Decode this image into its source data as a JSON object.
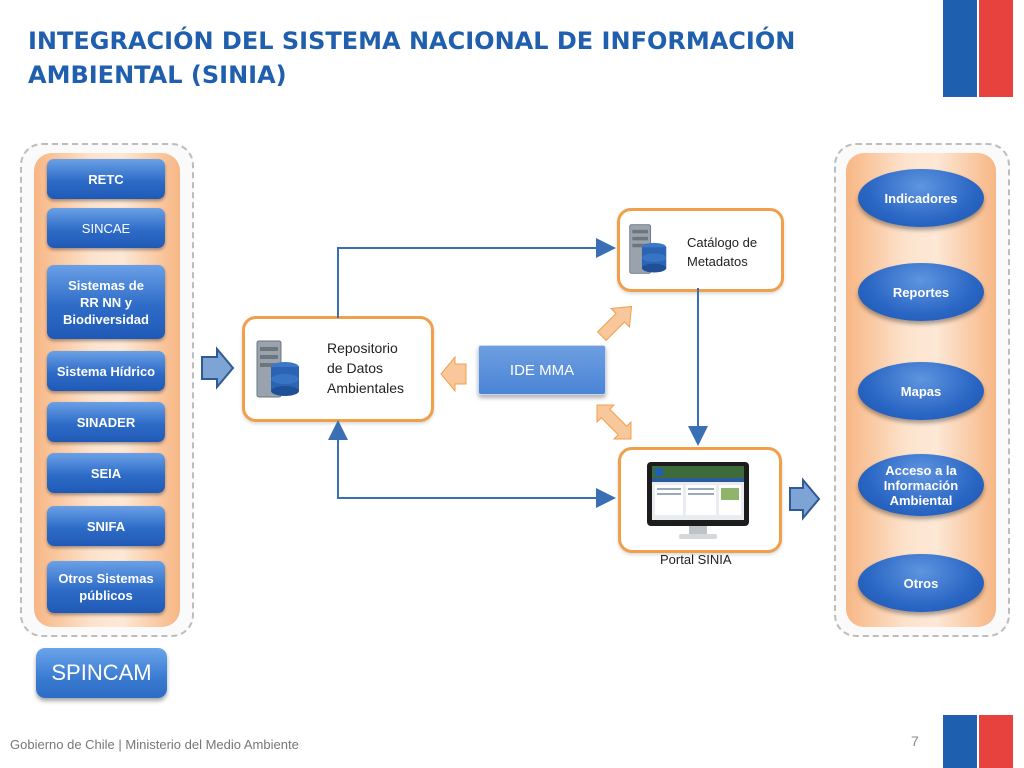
{
  "header": {
    "title_line1": "INTEGRACIÓN DEL SISTEMA NACIONAL DE INFORMACIÓN",
    "title_line2": "AMBIENTAL (SINIA)"
  },
  "colors": {
    "flag_blue": "#1e5fb0",
    "flag_red": "#e8423f",
    "node_border": "#f0a04b",
    "arrow_blue": "#3a6fb6"
  },
  "left_group": {
    "items": [
      {
        "label": "RETC"
      },
      {
        "label": "SINCAE"
      },
      {
        "label": "Sistemas de\nRR NN y\nBiodiversidad"
      },
      {
        "label": "Sistema  Hídrico"
      },
      {
        "label": "SINADER"
      },
      {
        "label": "SEIA"
      },
      {
        "label": "SNIFA"
      },
      {
        "label": "Otros Sistemas\npúblicos"
      }
    ],
    "footer_button": "SPINCAM"
  },
  "center": {
    "repositorio": "Repositorio\nde Datos\nAmbientales",
    "catalogo": "Catálogo de\nMetadatos",
    "ide": "IDE MMA",
    "portal": "Portal SINIA"
  },
  "right_group": {
    "items": [
      {
        "label": "Indicadores"
      },
      {
        "label": "Reportes"
      },
      {
        "label": "Mapas"
      },
      {
        "label": "Acceso a la\nInformación\nAmbiental"
      },
      {
        "label": "Otros"
      }
    ]
  },
  "footer": {
    "text": "Gobierno de Chile | Ministerio del Medio Ambiente",
    "page": "7"
  }
}
